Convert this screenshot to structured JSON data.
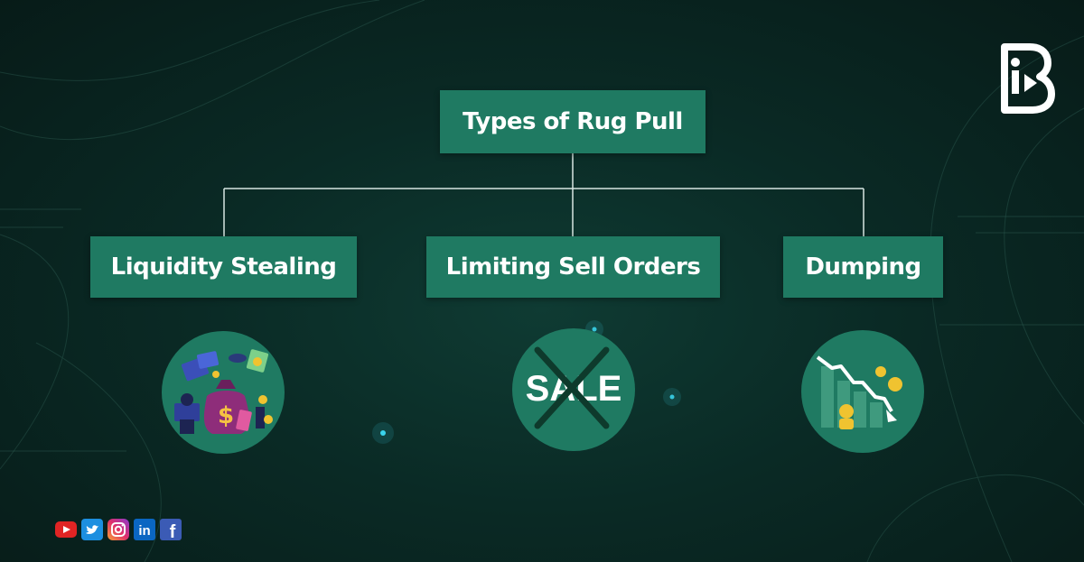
{
  "diagram": {
    "root": {
      "label": "Types of Rug Pull"
    },
    "children": [
      {
        "label": "Liquidity Stealing",
        "icon": "money-bag-thief-icon"
      },
      {
        "label": "Limiting Sell Orders",
        "icon": "sale-crossed-icon"
      },
      {
        "label": "Dumping",
        "icon": "falling-chart-icon"
      }
    ],
    "sale_text": "SALE"
  },
  "brand": {
    "logo_icon": "brand-logo-icon"
  },
  "social": {
    "icons": [
      "youtube-icon",
      "twitter-icon",
      "instagram-icon",
      "linkedin-icon",
      "facebook-icon"
    ],
    "linkedin_text": "in",
    "facebook_text": "f"
  },
  "colors": {
    "background": "#0a2a25",
    "box": "#1f7a62",
    "connector": "#d8e6e2",
    "sale_text": "#ffffff",
    "cross": "#0e3a2c"
  }
}
